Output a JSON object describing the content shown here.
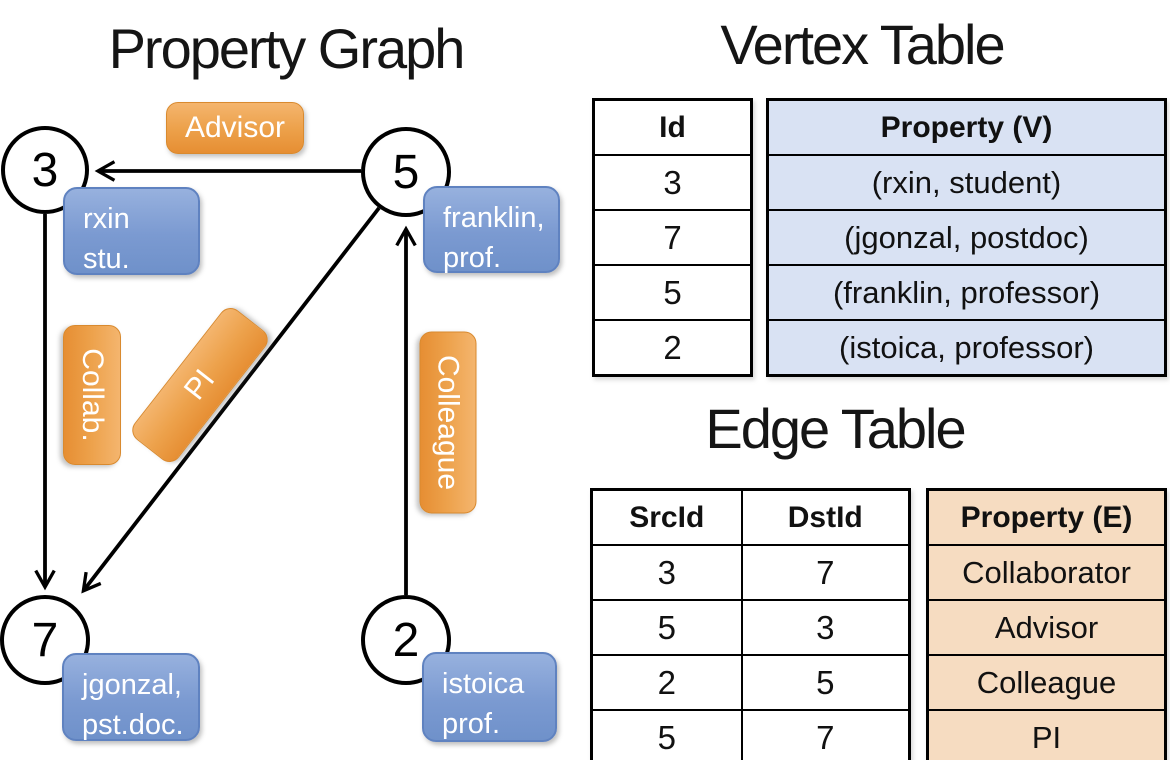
{
  "titles": {
    "graph": "Property Graph",
    "vertex_table": "Vertex Table",
    "edge_table": "Edge Table"
  },
  "graph": {
    "vertices": [
      {
        "id": "3",
        "label_lines": [
          "rxin",
          "stu."
        ]
      },
      {
        "id": "5",
        "label_lines": [
          "franklin,",
          "prof."
        ]
      },
      {
        "id": "7",
        "label_lines": [
          "jgonzal,",
          "pst.doc."
        ]
      },
      {
        "id": "2",
        "label_lines": [
          "istoica",
          "prof."
        ]
      }
    ],
    "edges": [
      {
        "src": "5",
        "dst": "3",
        "label": "Advisor"
      },
      {
        "src": "3",
        "dst": "7",
        "label": "Collab."
      },
      {
        "src": "5",
        "dst": "7",
        "label": "PI"
      },
      {
        "src": "2",
        "dst": "5",
        "label": "Colleague"
      }
    ]
  },
  "vertex_table": {
    "headers": [
      "Id",
      "Property (V)"
    ],
    "rows": [
      [
        "3",
        "(rxin, student)"
      ],
      [
        "7",
        "(jgonzal, postdoc)"
      ],
      [
        "5",
        "(franklin, professor)"
      ],
      [
        "2",
        "(istoica, professor)"
      ]
    ]
  },
  "edge_table": {
    "headers": [
      "SrcId",
      "DstId",
      "Property (E)"
    ],
    "rows": [
      [
        "3",
        "7",
        "Collaborator"
      ],
      [
        "5",
        "3",
        "Advisor"
      ],
      [
        "2",
        "5",
        "Colleague"
      ],
      [
        "5",
        "7",
        "PI"
      ]
    ]
  },
  "colors": {
    "edge_label_fill": "#EDA24C",
    "vertex_label_fill": "#7B9AD1",
    "vertex_cell_fill": "#D9E2F3",
    "edge_cell_fill": "#F6DCC1",
    "line": "#000000",
    "text_on_fill": "#FFFFFF"
  }
}
